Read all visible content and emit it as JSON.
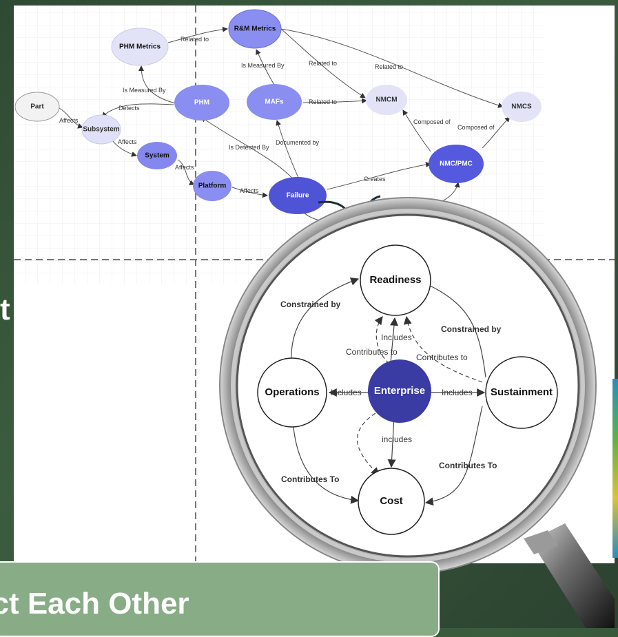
{
  "background_diagram": {
    "nodes": [
      {
        "id": "part",
        "label": "Part"
      },
      {
        "id": "subsystem",
        "label": "Subsystem"
      },
      {
        "id": "system",
        "label": "System"
      },
      {
        "id": "platform",
        "label": "Platform"
      },
      {
        "id": "phm_metrics",
        "label": "PHM Metrics"
      },
      {
        "id": "phm",
        "label": "PHM"
      },
      {
        "id": "rm_metrics",
        "label": "R&M Metrics"
      },
      {
        "id": "mafs",
        "label": "MAFs"
      },
      {
        "id": "nmcm",
        "label": "NMCM"
      },
      {
        "id": "nmcs",
        "label": "NMCS"
      },
      {
        "id": "nmc_pmc",
        "label": "NMC/PMC"
      },
      {
        "id": "failure",
        "label": "Failure"
      }
    ],
    "edge_labels": {
      "part_subsystem": "Affects",
      "phm_subsystem": "Detects",
      "subsystem_system": "Affects",
      "system_platform": "Affects",
      "platform_failure": "Affects",
      "phm_phmmetrics": "Is Measured By",
      "phmmetrics_rm": "Related to",
      "mafs_rm": "Is Measured By",
      "rm_nmcm": "Related to",
      "rm_nmcs": "Related to",
      "mafs_nmcm": "Related to",
      "nmcpmc_nmcm": "Composed of",
      "nmcpmc_nmcs": "Composed of",
      "failure_phm": "Is Detected By",
      "failure_mafs": "Documented by",
      "failure_nmcpmc": "Creates"
    },
    "colors": {
      "light": "#e3e3f7",
      "medium": "#8a8ef0",
      "dark": "#5559dd",
      "part": "#f2f2f2"
    }
  },
  "magnifier": {
    "nodes": {
      "readiness": "Readiness",
      "operations": "Operations",
      "enterprise": "Enterprise",
      "sustainment": "Sustainment",
      "cost": "Cost"
    },
    "edge_labels": {
      "constrained_by_left": "Constrained by",
      "constrained_by_right": "Constrained by",
      "includes_top": "Includes",
      "contributes_to_left": "Contributes to",
      "contributes_to_right": "Contributes to",
      "includes_left": "Includes",
      "includes_right": "Includes",
      "includes_bottom": "includes",
      "contributes_to_bottom_left": "Contributes To",
      "contributes_to_bottom_right": "Contributes To"
    },
    "colors": {
      "enterprise_fill": "#3a3ba3",
      "rim": "#a9a9a9"
    }
  },
  "banner": {
    "text": "ect Each Other"
  },
  "side_glyph": {
    "text": "t"
  }
}
